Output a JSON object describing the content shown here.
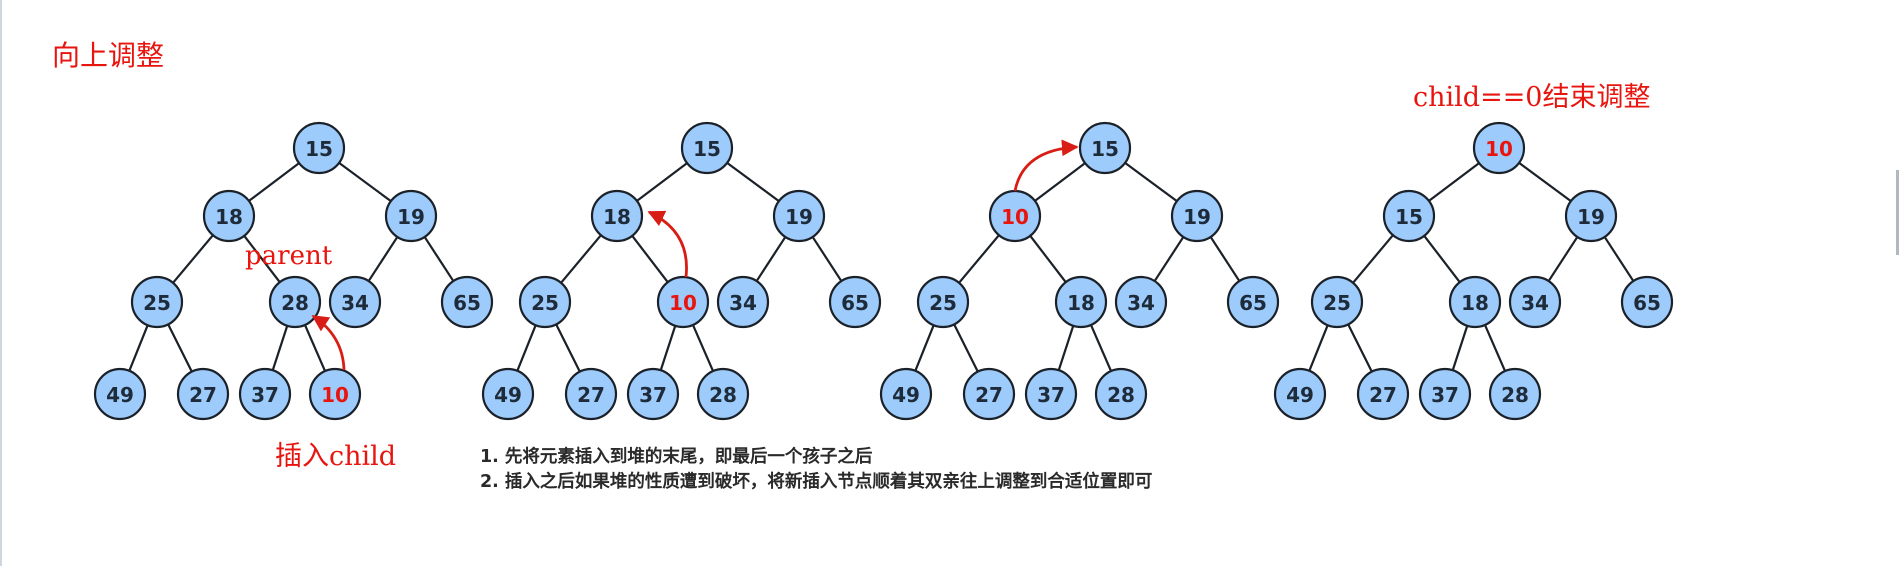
{
  "title": "向上调整",
  "annotations": {
    "parent": "parent",
    "insert_child": "插入child",
    "end": "child==0结束调整"
  },
  "notes": [
    "1. 先将元素插入到堆的末尾，即最后一个孩子之后",
    "2. 插入之后如果堆的性质遭到破坏，将新插入节点顺着其双亲往上调整到合适位置即可"
  ],
  "colors": {
    "node_fill": "#9dcbfb",
    "highlight": "#e8150f",
    "arrow": "#d81e14"
  },
  "trees": [
    {
      "name": "step-1",
      "nodes": [
        "15",
        "18",
        "19",
        "25",
        "28",
        "34",
        "65",
        "49",
        "27",
        "37",
        "10"
      ],
      "highlight": 10,
      "arrow": "insert-to-parent"
    },
    {
      "name": "step-2",
      "nodes": [
        "15",
        "18",
        "19",
        "25",
        "10",
        "34",
        "65",
        "49",
        "27",
        "37",
        "28"
      ],
      "highlight": 4,
      "arrow": "child-to-parent"
    },
    {
      "name": "step-3",
      "nodes": [
        "15",
        "10",
        "19",
        "25",
        "18",
        "34",
        "65",
        "49",
        "27",
        "37",
        "28"
      ],
      "highlight": 1,
      "arrow": "child-to-root"
    },
    {
      "name": "step-4",
      "nodes": [
        "10",
        "15",
        "19",
        "25",
        "18",
        "34",
        "65",
        "49",
        "27",
        "37",
        "28"
      ],
      "highlight": 0,
      "arrow": "none"
    }
  ]
}
